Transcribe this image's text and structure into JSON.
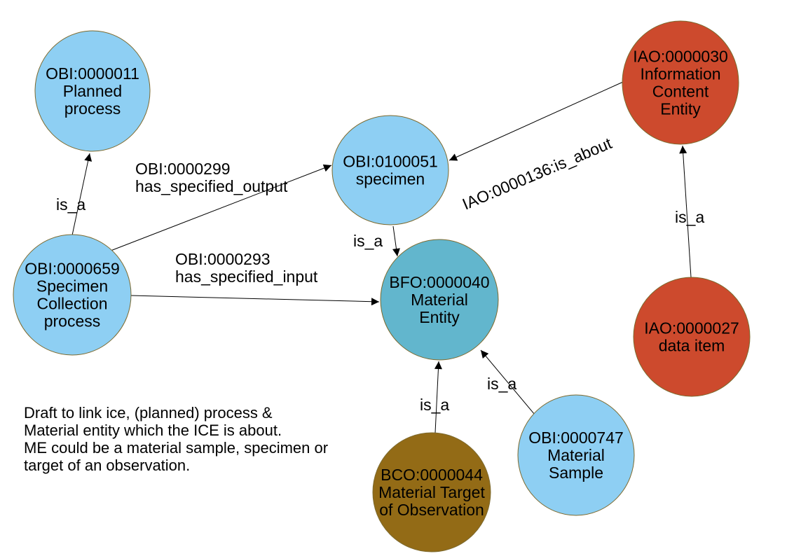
{
  "colors": {
    "light_blue": "#8ecff3",
    "teal": "#62b6cd",
    "red": "#cd4a2d",
    "brown": "#936b16",
    "node_stroke": "#7d6a2e",
    "edge": "#000000"
  },
  "nodes": [
    {
      "id": "planned-process",
      "lines": [
        "OBI:0000011",
        "Planned",
        "process"
      ],
      "color": "light_blue"
    },
    {
      "id": "specimen",
      "lines": [
        "OBI:0100051",
        "specimen"
      ],
      "color": "light_blue"
    },
    {
      "id": "ice",
      "lines": [
        "IAO:0000030",
        "Information",
        "Content",
        "Entity"
      ],
      "color": "red"
    },
    {
      "id": "specimen-collection-process",
      "lines": [
        "OBI:0000659",
        "Specimen",
        "Collection",
        "process"
      ],
      "color": "light_blue"
    },
    {
      "id": "material-entity",
      "lines": [
        "BFO:0000040",
        "Material",
        "Entity"
      ],
      "color": "teal"
    },
    {
      "id": "data-item",
      "lines": [
        "IAO:0000027",
        "data item"
      ],
      "color": "red"
    },
    {
      "id": "material-target-of-observation",
      "lines": [
        "BCO:0000044",
        "Material Target",
        "of Observation"
      ],
      "color": "brown"
    },
    {
      "id": "material-sample",
      "lines": [
        "OBI:0000747",
        "Material",
        "Sample"
      ],
      "color": "light_blue"
    }
  ],
  "edges": [
    {
      "from": "specimen-collection-process",
      "to": "planned-process",
      "label": [
        "is_a"
      ]
    },
    {
      "from": "specimen-collection-process",
      "to": "specimen",
      "label": [
        "OBI:0000299",
        "has_specified_output"
      ]
    },
    {
      "from": "specimen-collection-process",
      "to": "material-entity",
      "label": [
        "OBI:0000293",
        "has_specified_input"
      ]
    },
    {
      "from": "ice",
      "to": "specimen",
      "label": [
        "IAO:0000136:is_about"
      ]
    },
    {
      "from": "specimen",
      "to": "material-entity",
      "label": [
        "is_a"
      ]
    },
    {
      "from": "data-item",
      "to": "ice",
      "label": [
        "is_a"
      ]
    },
    {
      "from": "material-target-of-observation",
      "to": "material-entity",
      "label": [
        "is_a"
      ]
    },
    {
      "from": "material-sample",
      "to": "material-entity",
      "label": [
        "is_a"
      ]
    }
  ],
  "note": {
    "lines": [
      "Draft to link ice, (planned) process &",
      "Material entity which the ICE is about.",
      "ME could be a material sample, specimen or",
      "target of an observation."
    ]
  }
}
